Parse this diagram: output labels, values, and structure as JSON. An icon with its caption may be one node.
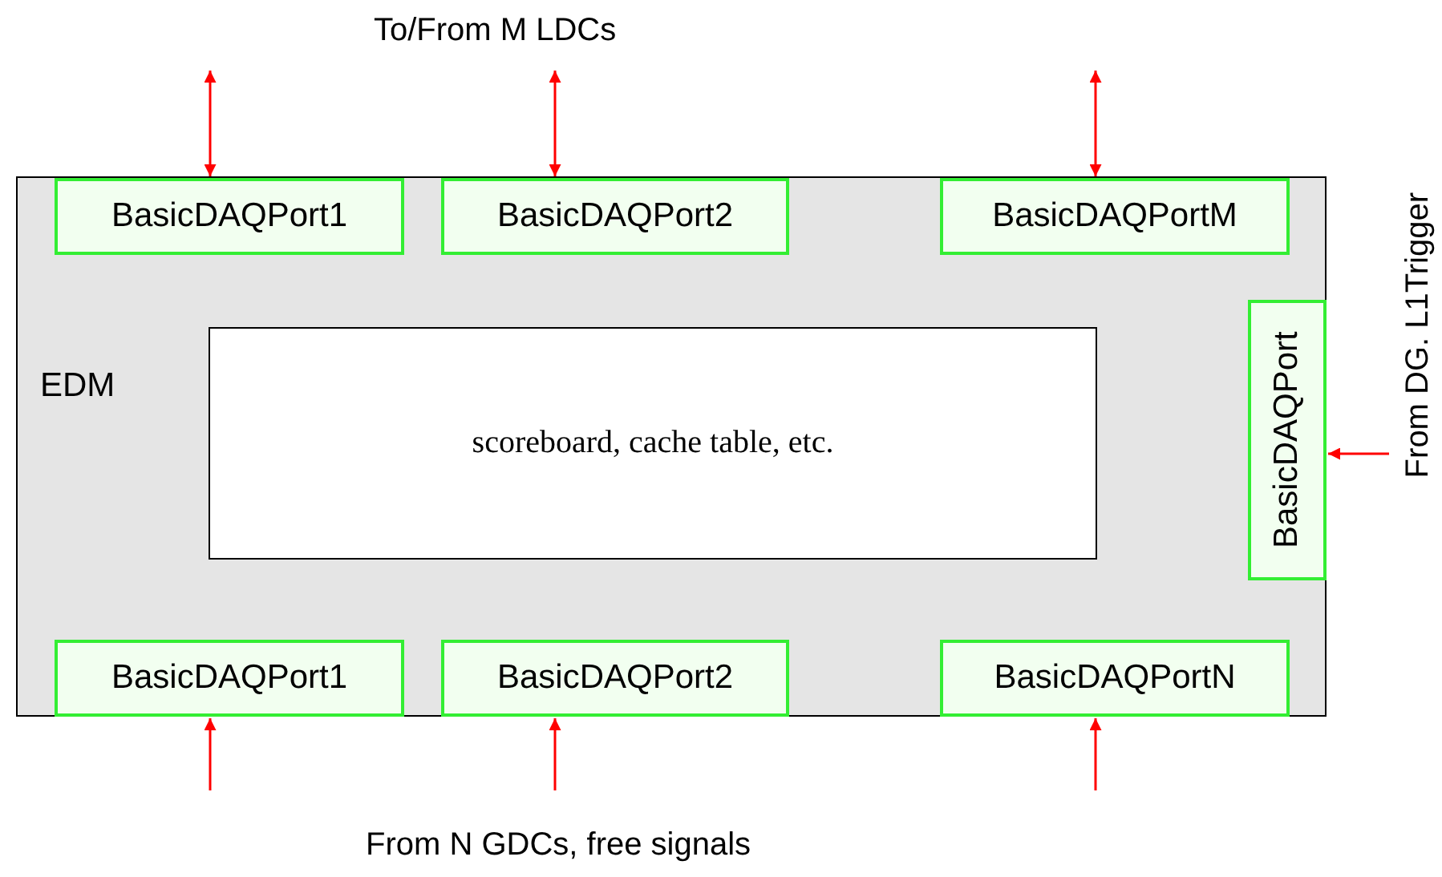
{
  "diagram": {
    "nodes": [
      {
        "text": [
          "EDM"
        ]
      },
      {
        "text": [
          "BasicDAQPort1"
        ],
        "in": 0
      },
      {
        "text": [
          "BasicDAQPort2"
        ],
        "in": 0
      },
      {
        "text": [
          "BasicDAQPortM"
        ],
        "in": 0
      },
      {
        "text": [
          "scoreboard, cache table, etc."
        ],
        "in": 0
      },
      {
        "text": [
          "BasicDAQPort"
        ],
        "in": 0
      },
      {
        "text": [
          "BasicDAQPort1"
        ],
        "in": 0
      },
      {
        "text": [
          "BasicDAQPort2"
        ],
        "in": 0
      },
      {
        "text": [
          "BasicDAQPortN"
        ],
        "in": 0
      }
    ],
    "edges": [
      {
        "from": null,
        "to": 1,
        "arrow": "both"
      },
      {
        "from": null,
        "to": 2,
        "arrow": "both"
      },
      {
        "from": null,
        "to": 3,
        "arrow": "both"
      },
      {
        "from": null,
        "to": 5,
        "arrow": "to"
      },
      {
        "from": null,
        "to": 6,
        "arrow": "to"
      },
      {
        "from": null,
        "to": 7,
        "arrow": "to"
      },
      {
        "from": null,
        "to": 8,
        "arrow": "to"
      }
    ],
    "labels": [
      "To/From M LDCs",
      "From DG. L1Trigger",
      "From N GDCs, free signals"
    ]
  }
}
